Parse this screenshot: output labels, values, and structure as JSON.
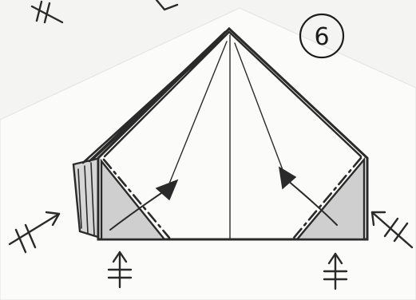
{
  "step": {
    "number": "6"
  },
  "colors": {
    "paper": "#f4f4f2",
    "sheet": "#fbfbfa",
    "ink": "#2a2a2a",
    "shade": "#cfcfcf"
  },
  "icons": [
    "step-number-circle",
    "fold-arrow",
    "fold-arrow",
    "push-arrow",
    "push-arrow",
    "push-arrow",
    "push-arrow"
  ]
}
